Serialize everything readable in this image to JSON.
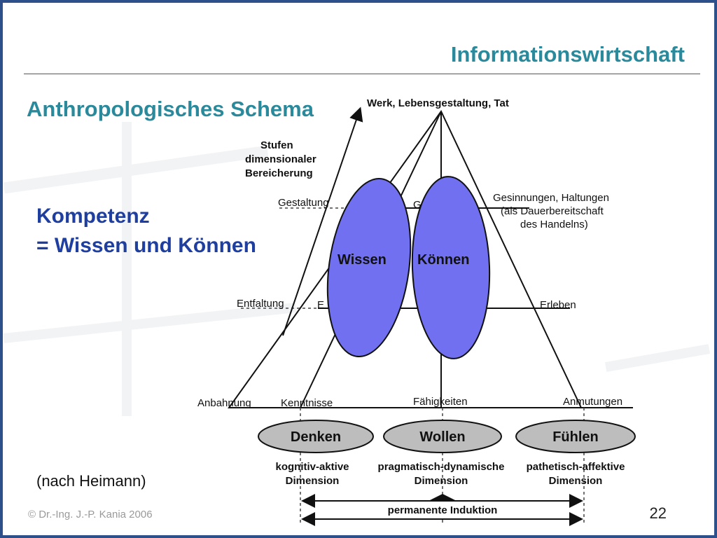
{
  "header": {
    "title": "Informationswirtschaft",
    "subtitle": "Anthropologisches Schema"
  },
  "kompetenz": {
    "line1": "Kompetenz",
    "line2": "= Wissen und Können"
  },
  "source": "(nach Heimann)",
  "footer": {
    "copyright": "© Dr.-Ing. J.-P. Kania 2006",
    "page_number": "22"
  },
  "diagram": {
    "apex_label": "Werk, Lebensgestaltung, Tat",
    "stufen": [
      "Stufen",
      "dimensionaler",
      "Bereicherung"
    ],
    "levels": {
      "gestaltung": "Gestaltung",
      "entfaltung": "Entfaltung",
      "anbahnung": "Anbahnung"
    },
    "gesinnungen": [
      "Gesinnungen, Haltungen",
      "(als Dauerbereitschaft",
      "des Handelns)"
    ],
    "erleben": "Erleben",
    "partial_g": "G",
    "partial_e": "E",
    "base": {
      "kenntnisse": "Kenntnisse",
      "faehigkeiten": "Fähigkeiten",
      "anmutungen": "Anmutungen"
    },
    "ovals": {
      "wissen": "Wissen",
      "koennen": "Können",
      "color": "#7070f0"
    },
    "pills": {
      "denken": "Denken",
      "wollen": "Wollen",
      "fuehlen": "Fühlen",
      "color": "#bdbdbd"
    },
    "dimensions": {
      "kognitiv": [
        "kognitiv-aktive",
        "Dimension"
      ],
      "pragmatisch": [
        "pragmatisch-dynamische",
        "Dimension"
      ],
      "pathetisch": [
        "pathetisch-affektive",
        "Dimension"
      ]
    },
    "induktion": "permanente Induktion"
  }
}
